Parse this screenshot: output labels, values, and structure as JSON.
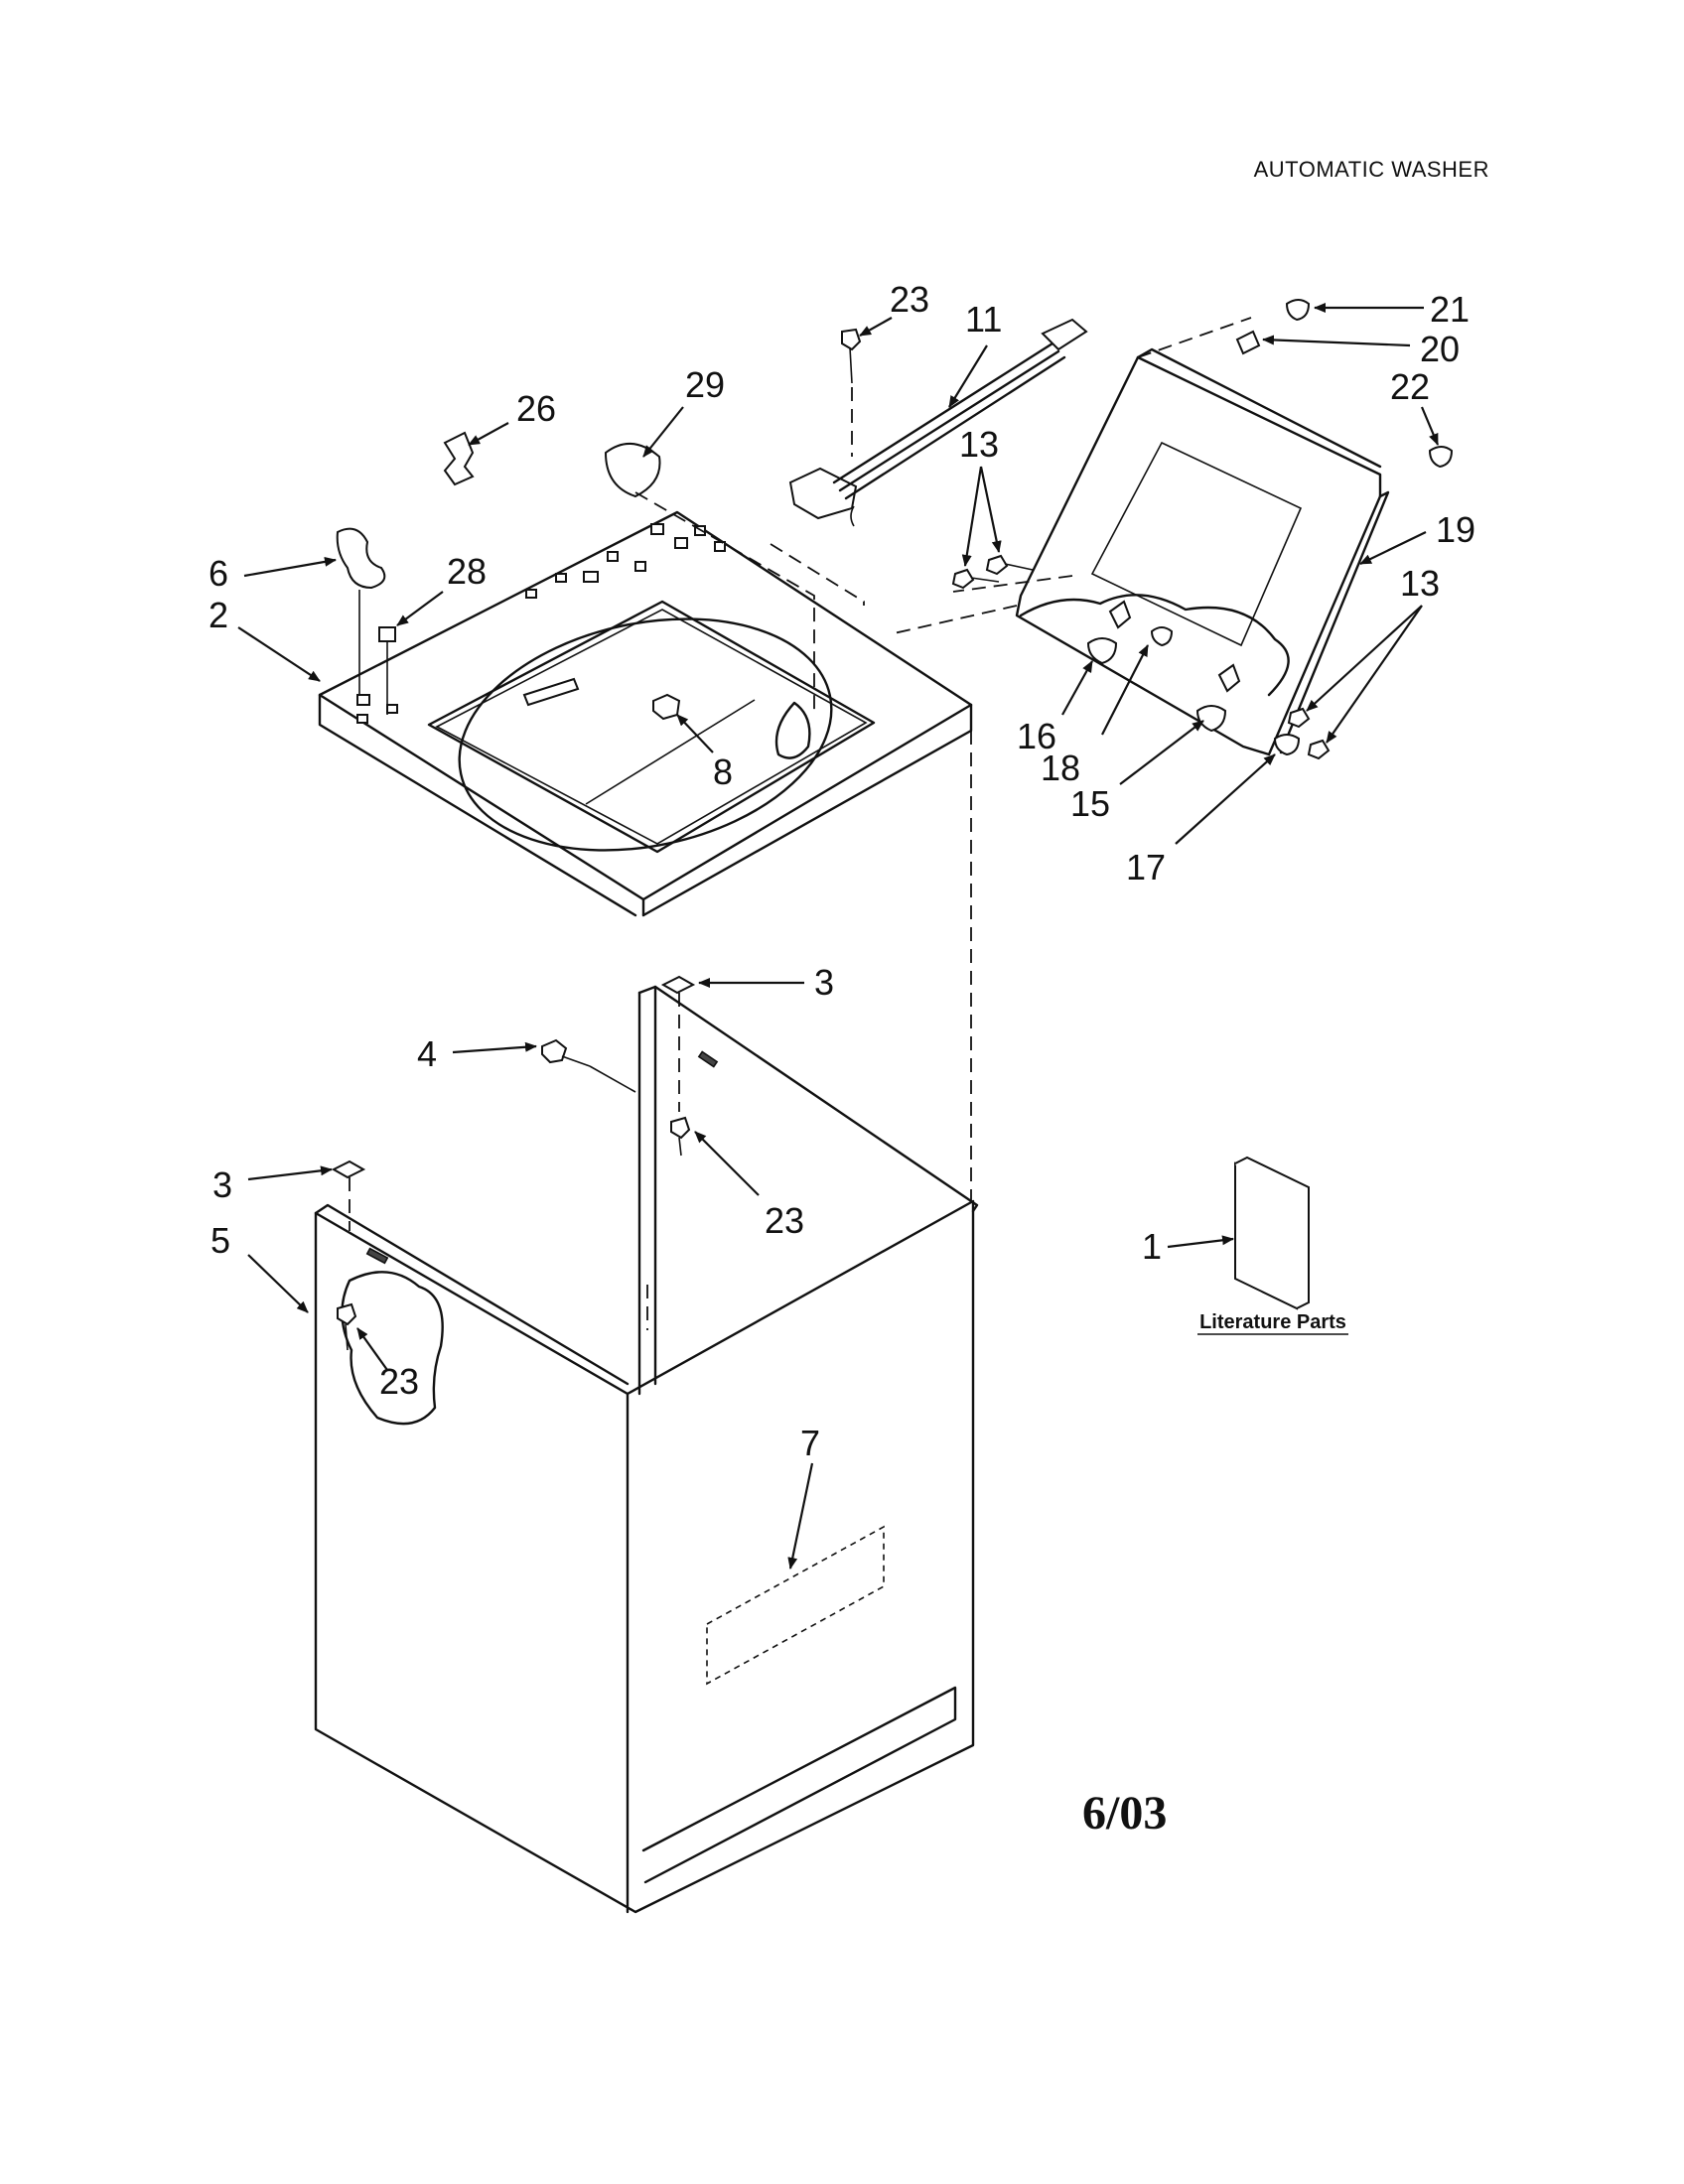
{
  "header": {
    "title": "AUTOMATIC WASHER"
  },
  "date_code": "6/03",
  "literature_caption": "Literature Parts",
  "callouts": {
    "c1": "1",
    "c2": "2",
    "c3a": "3",
    "c3b": "3",
    "c4": "4",
    "c5": "5",
    "c6": "6",
    "c7": "7",
    "c8": "8",
    "c11": "11",
    "c13a": "13",
    "c13b": "13",
    "c15": "15",
    "c16": "16",
    "c17": "17",
    "c18": "18",
    "c19": "19",
    "c20": "20",
    "c21": "21",
    "c22": "22",
    "c23a": "23",
    "c23b": "23",
    "c23c": "23",
    "c26": "26",
    "c28": "28",
    "c29": "29"
  }
}
